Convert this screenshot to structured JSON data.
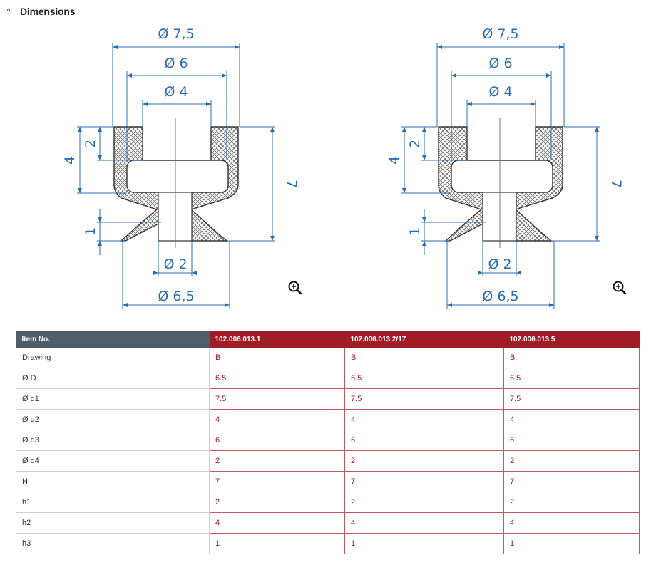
{
  "section": {
    "chevron": "^",
    "title": "Dimensions"
  },
  "drawing": {
    "dim_d1": "Ø 7,5",
    "dim_d3": "Ø 6",
    "dim_d2": "Ø 4",
    "dim_d4": "Ø 2",
    "dim_D": "Ø 6,5",
    "dim_h1": "2",
    "dim_h2": "4",
    "dim_h3": "1",
    "dim_H": "7"
  },
  "icons": {
    "zoom": "zoom-in-icon"
  },
  "colors": {
    "dimension": "#2a6cb0",
    "header_dark": "#4f5e6b",
    "header_red": "#a01c26"
  },
  "table": {
    "header": [
      "Item No.",
      "102.006.013.1",
      "102.006.013.2/17",
      "102.006.013.5"
    ],
    "rows": [
      [
        "Drawing",
        "B",
        "B",
        "B"
      ],
      [
        "Ø D",
        "6.5",
        "6.5",
        "6.5"
      ],
      [
        "Ø d1",
        "7.5",
        "7.5",
        "7.5"
      ],
      [
        "Ø d2",
        "4",
        "4",
        "4"
      ],
      [
        "Ø d3",
        "6",
        "6",
        "6"
      ],
      [
        "Ø d4",
        "2",
        "2",
        "2"
      ],
      [
        "H",
        "7",
        "7",
        "7"
      ],
      [
        "h1",
        "2",
        "2",
        "2"
      ],
      [
        "h2",
        "4",
        "4",
        "4"
      ],
      [
        "h3",
        "1",
        "1",
        "1"
      ]
    ]
  }
}
